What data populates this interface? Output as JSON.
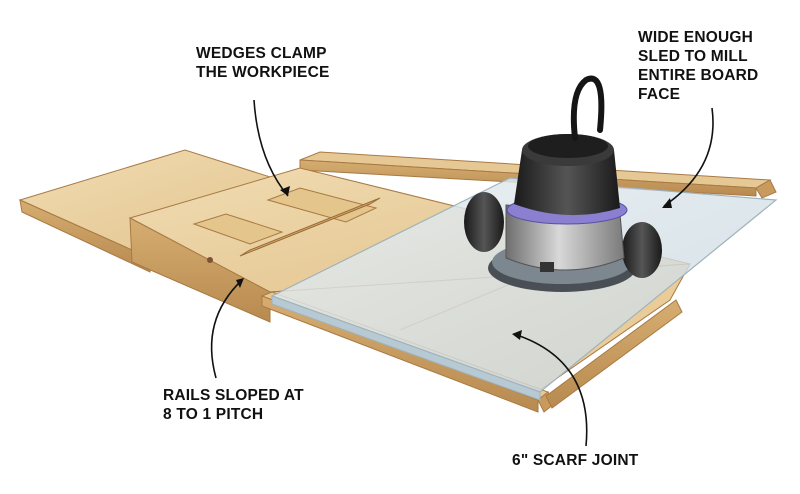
{
  "callouts": {
    "wedges": [
      "WEDGES CLAMP",
      "THE WORKPIECE"
    ],
    "wide": [
      "WIDE ENOUGH",
      "SLED TO MILL",
      "ENTIRE BOARD",
      "FACE"
    ],
    "rails": [
      "RAILS SLOPED AT",
      "8 TO 1 PITCH"
    ],
    "scarf": [
      "6\" SCARF JOINT"
    ]
  },
  "colors": {
    "wood_light": "#ead2a4",
    "wood_mid": "#d9b57a",
    "wood_dark": "#b8884d",
    "glass": "#d8e4ea",
    "router_body": "#2a2a2a",
    "router_metal": "#9a9a9a",
    "router_ring": "#7d6fc4"
  }
}
